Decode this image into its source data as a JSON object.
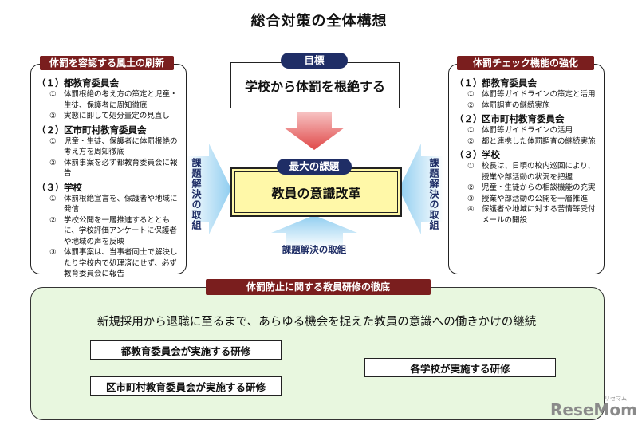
{
  "title": "総合対策の全体構想",
  "left_panel": {
    "header": "体罰を容認する風土の刷新",
    "sections": [
      {
        "num": "（１）",
        "label": "都教育委員会",
        "items": [
          {
            "mark": "①",
            "text": "体罰根絶の考え方の策定と児童・生徒、保護者に周知徹底"
          },
          {
            "mark": "②",
            "text": "実態に即して処分量定の見直し"
          }
        ]
      },
      {
        "num": "（２）",
        "label": "区市町村教育委員会",
        "items": [
          {
            "mark": "①",
            "text": "児童・生徒、保護者に体罰根絶の考え方を周知徹底"
          },
          {
            "mark": "②",
            "text": "体罰事案を必ず都教育委員会に報告"
          }
        ]
      },
      {
        "num": "（３）",
        "label": "学校",
        "items": [
          {
            "mark": "①",
            "text": "体罰根絶宣言を、保護者や地域に発信"
          },
          {
            "mark": "②",
            "text": "学校公開を一層推進するとともに、学校評価アンケートに保護者や地域の声を反映"
          },
          {
            "mark": "③",
            "text": "体罰事案は、当事者同士で解決したり学校内で処理済にせず、必ず教育委員会に報告"
          }
        ]
      }
    ]
  },
  "right_panel": {
    "header": "体罰チェック機能の強化",
    "sections": [
      {
        "num": "（１）",
        "label": "都教育委員会",
        "items": [
          {
            "mark": "①",
            "text": "体罰等ガイドラインの策定と活用"
          },
          {
            "mark": "②",
            "text": "体罰調査の継続実施"
          }
        ]
      },
      {
        "num": "（２）",
        "label": "区市町村教育委員会",
        "items": [
          {
            "mark": "①",
            "text": "体罰等ガイドラインの活用"
          },
          {
            "mark": "②",
            "text": "都と連携した体罰調査の継続実施"
          }
        ]
      },
      {
        "num": "（３）",
        "label": "学校",
        "items": [
          {
            "mark": "①",
            "text": "校長は、日頃の校内巡回により、授業や部活動の状況を把握"
          },
          {
            "mark": "②",
            "text": "児童・生徒からの相談機能の充実"
          },
          {
            "mark": "③",
            "text": "授業や部活動の公開を一層推進"
          },
          {
            "mark": "④",
            "text": "保護者や地域に対する苦情等受付メールの開設"
          }
        ]
      }
    ]
  },
  "center": {
    "goal_tag": "目標",
    "goal_text": "学校から体罰を根絶する",
    "issue_tag": "最大の課題",
    "issue_text": "教員の意識改革",
    "left_arrow_label": "課題解決の取組",
    "right_arrow_label": "課題解決の取組",
    "bottom_arrow_label": "課題解決の取組"
  },
  "bottom": {
    "header": "体罰防止に関する教員研修の徹底",
    "statement": "新規採用から退職に至るまで、あらゆる機会を捉えた教員の意識への働きかけの継続",
    "box1": "都教育委員会が実施する研修",
    "box2": "区市町村教育委員会が実施する研修",
    "box3": "各学校が実施する研修"
  },
  "watermark": {
    "text": "ReseMom",
    "small": "リセマム"
  },
  "colors": {
    "header_bg": "#7a1e1e",
    "tag_bg": "#1f2e66",
    "highlight_bg": "#fff8a8",
    "panel_bg": "#e8f7df",
    "arrow_blue": "#9fd3f1",
    "arrow_red": "#e05a5a",
    "connector": "#7a1e1e"
  }
}
